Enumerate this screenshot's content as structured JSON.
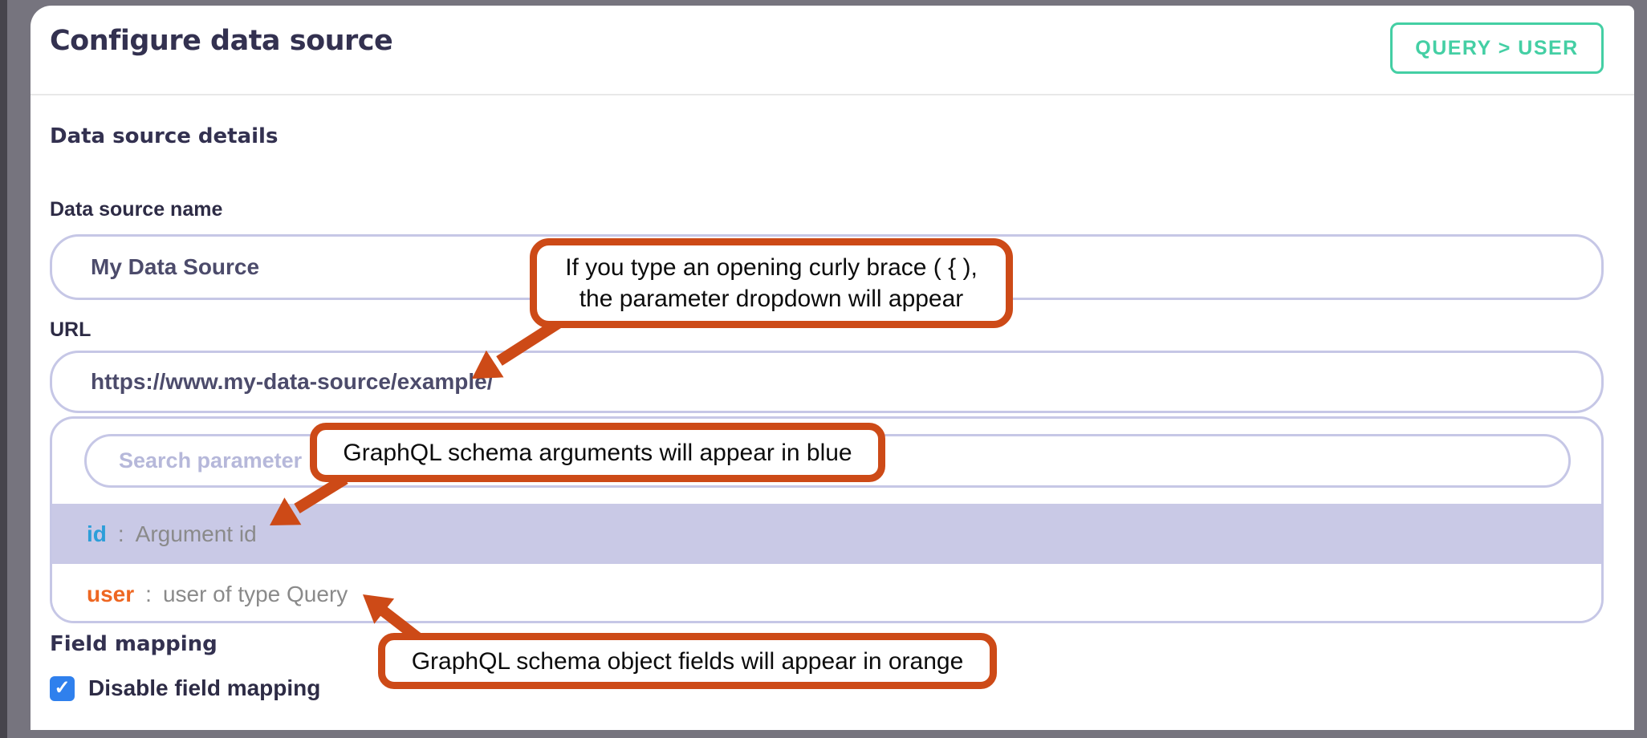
{
  "header": {
    "title": "Configure data source",
    "type_badge": "QUERY > USER"
  },
  "details": {
    "heading": "Data source details",
    "name_label": "Data source name",
    "name_value": "My Data Source",
    "url_label": "URL",
    "url_value": "https://www.my-data-source/example/"
  },
  "dropdown": {
    "search_placeholder": "Search parameter",
    "items": [
      {
        "name": "id",
        "separator": ":",
        "description": "Argument id",
        "color": "#2d9ed9",
        "highlighted": true
      },
      {
        "name": "user",
        "separator": ":",
        "description": "user of type Query",
        "color": "#ee6722",
        "highlighted": false
      }
    ]
  },
  "field_mapping": {
    "heading": "Field mapping",
    "checkbox_label": "Disable field mapping",
    "checked": true
  },
  "annotations": {
    "curly_brace": {
      "line1": "If you type an opening curly brace ( { ),",
      "line2": "the parameter dropdown will appear"
    },
    "blue_note": {
      "text": "GraphQL schema arguments will appear in blue"
    },
    "orange_note": {
      "text": "GraphQL schema object fields will appear in orange"
    }
  },
  "icons": {
    "checkbox_check": "✓"
  },
  "colors": {
    "accent_teal": "#44cfa4",
    "annotation_orange": "#cd4a17",
    "argument_blue": "#2d9ed9",
    "object_field_orange": "#ee6722",
    "highlight_lavender": "#c9c9e6",
    "border_lavender": "#c6c7e6",
    "checkbox_blue": "#2f80ed",
    "heading_navy": "#333150"
  }
}
